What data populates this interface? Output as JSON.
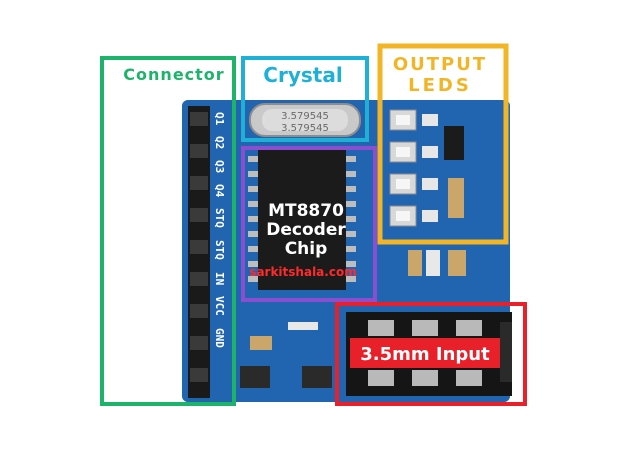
{
  "labels": {
    "connector": "Connector",
    "crystal": "Crystal",
    "output_leds_line1": "OUTPUT",
    "output_leds_line2": "LEDS",
    "chip_line1": "MT8870",
    "chip_line2": "Decoder",
    "chip_line3": "Chip",
    "input": "3.5mm Input",
    "watermark": "sarkitshala.com",
    "crystal_marking_1": "3.579545",
    "crystal_marking_2": "3.579545"
  },
  "pins": [
    "Q1",
    "Q2",
    "Q3",
    "Q4",
    "STQ",
    "STQ",
    "IN",
    "VCC",
    "GND"
  ],
  "colors": {
    "connector_box": "#1db36b",
    "crystal_box": "#1fb0d8",
    "leds_box": "#f2b526",
    "chip_box": "#8a4fd0",
    "input_box": "#e8202a",
    "input_label_bg": "#e8202a",
    "pcb": "#1d5fa6",
    "watermark": "#ff2a2a"
  }
}
